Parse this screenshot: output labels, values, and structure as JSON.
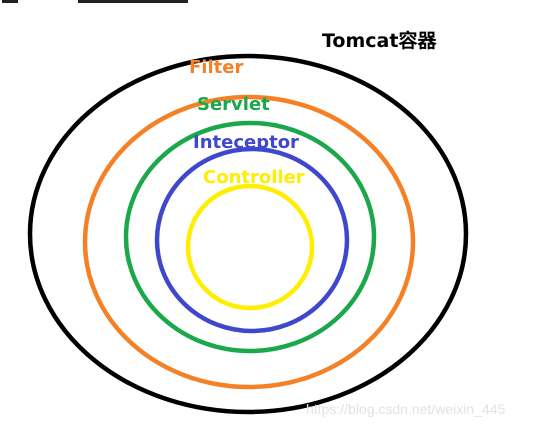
{
  "diagram": {
    "layers": [
      {
        "label": "Tomcat容器",
        "color": "#000000"
      },
      {
        "label": "Filter",
        "color": "#f58126"
      },
      {
        "label": "Servlet",
        "color": "#1aa84a"
      },
      {
        "label": "Inteceptor",
        "color": "#3f48cc"
      },
      {
        "label": "Controller",
        "color": "#ffee00"
      }
    ],
    "watermark": "https://blog.csdn.net/weixin_445"
  }
}
